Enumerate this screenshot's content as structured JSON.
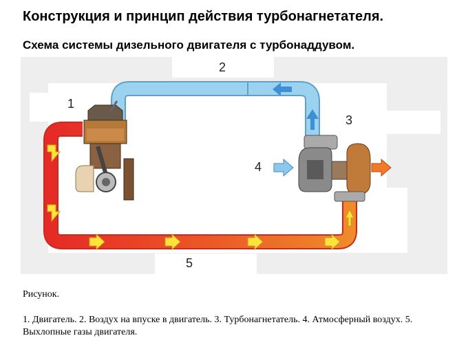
{
  "title": "Конструкция и принцип действия турбонагнетателя.",
  "subtitle": "Схема системы дизельного двигателя с турбонаддувом.",
  "diagram": {
    "labels": {
      "engine": "1",
      "intake_air": "2",
      "turbocharger": "3",
      "atmospheric_air": "4",
      "exhaust": "5"
    },
    "colors": {
      "intake_pipe": "#8cc8ec",
      "exhaust_hot": "#e8302a",
      "exhaust_warm": "#f08a2a",
      "arrow_blue": "#3f8fd6",
      "arrow_yellow": "#ffe23a",
      "arrow_orange": "#f07a2a"
    }
  },
  "caption": "Рисунок.",
  "legend": "1. Двигатель. 2. Воздух на впуске в двигатель. 3. Турбонагнетатель. 4. Атмосферный воздух. 5. Выхлопные газы двигателя."
}
